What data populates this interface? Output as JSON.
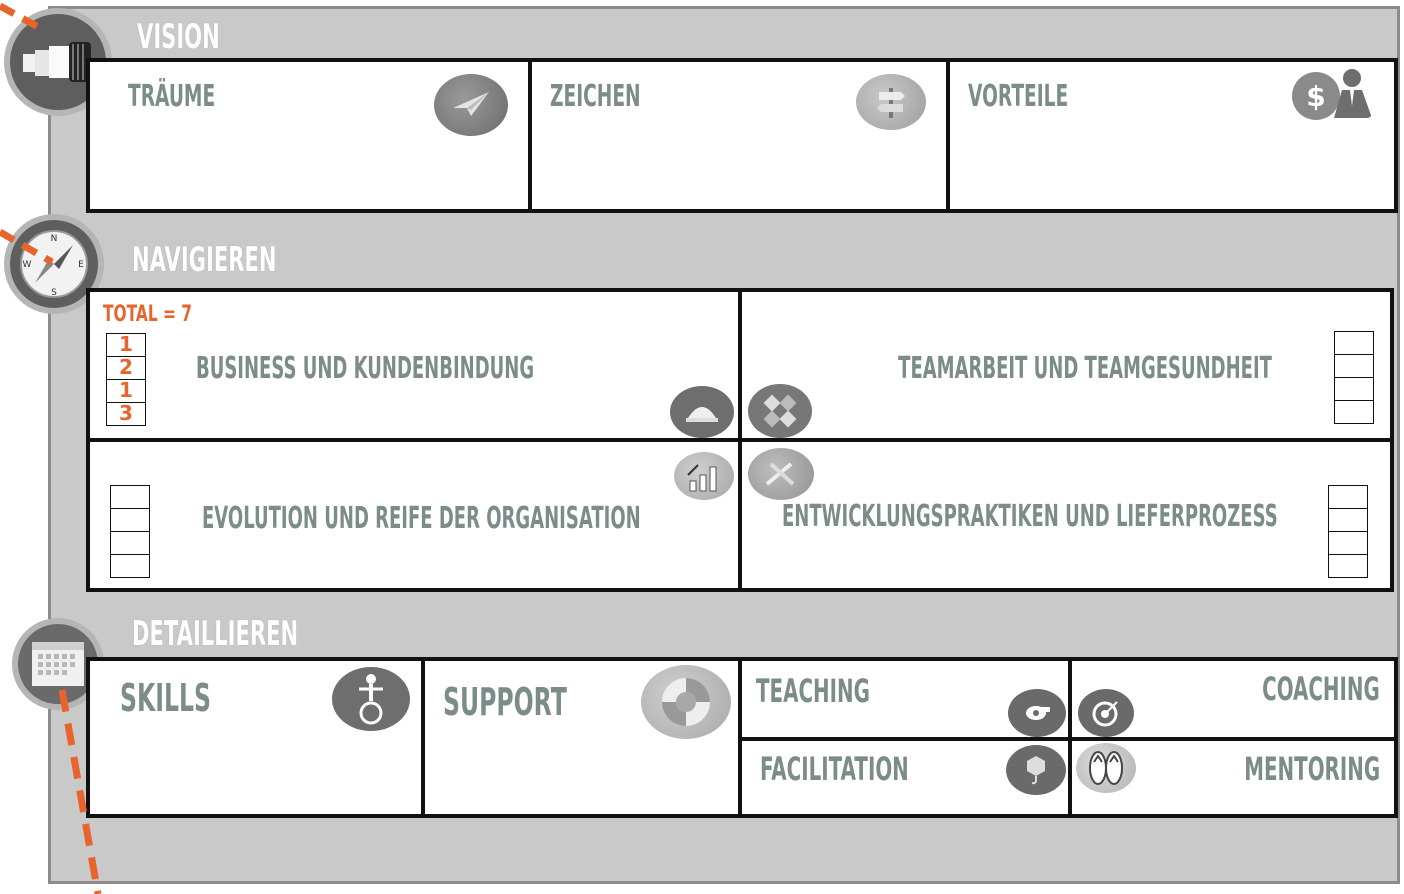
{
  "sections": {
    "vision": "VISION",
    "navigieren": "NAVIGIEREN",
    "detaillieren": "DETAILLIEREN"
  },
  "vision_boxes": {
    "traeume": "TRÄUME",
    "zeichen": "ZEICHEN",
    "vorteile": "VORTEILE"
  },
  "navigate_boxes": {
    "business": "BUSINESS UND KUNDENBINDUNG",
    "teamarbeit": "TEAMARBEIT UND TEAMGESUNDHEIT",
    "evolution": "EVOLUTION UND REIFE DER ORGANISATION",
    "entwicklung": "ENTWICKLUNGSPRAKTIKEN UND LIEFERPROZESS"
  },
  "score": {
    "total_label": "TOTAL = 7",
    "values": [
      "1",
      "2",
      "1",
      "3"
    ]
  },
  "detail_boxes": {
    "skills": "SKILLS",
    "support": "SUPPORT",
    "teaching": "TEACHING",
    "coaching": "COACHING",
    "facilitation": "FACILITATION",
    "mentoring": "MENTORING"
  },
  "colors": {
    "accent": "#e8642c",
    "label": "#7b8c89",
    "board": "#c9c9c9"
  },
  "icons": {
    "vision": "binoculars-icon",
    "navigieren": "compass-icon",
    "detaillieren": "calendar-icon",
    "traeume": "paper-plane-icon",
    "zeichen": "signpost-icon",
    "vorteile": "money-person-icon",
    "business": "service-bell-icon",
    "teamarbeit": "puzzle-icon",
    "evolution": "growth-chart-icon",
    "entwicklung": "tools-icon",
    "skills": "unicycle-icon",
    "support": "lifebuoy-icon",
    "teaching": "whistle-icon",
    "coaching": "target-icon",
    "facilitation": "crane-hook-icon",
    "mentoring": "flip-flops-icon"
  }
}
